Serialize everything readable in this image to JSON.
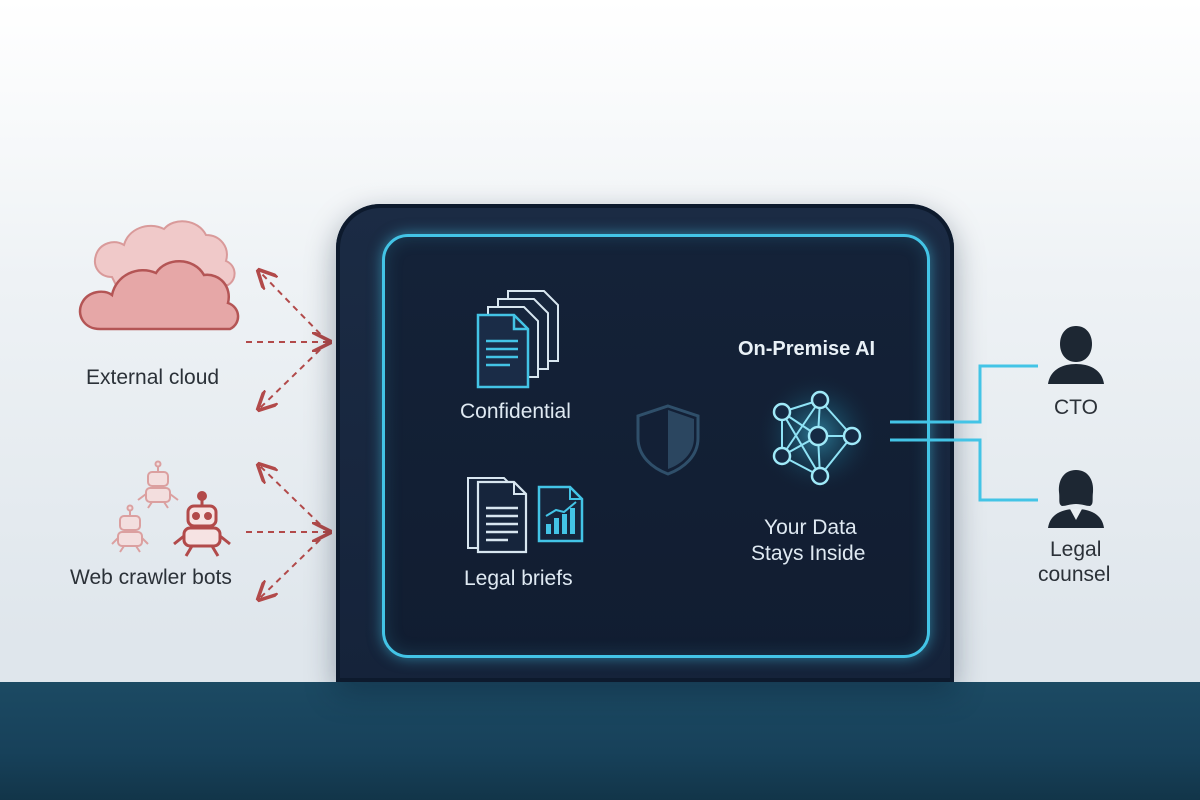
{
  "external": {
    "cloud_label": "External cloud",
    "bots_label": "Web crawler bots"
  },
  "vault": {
    "confidential_label": "Confidential",
    "legal_briefs_label": "Legal briefs",
    "ai_title": "On-Premise AI",
    "ai_caption_line1": "Your Data",
    "ai_caption_line2": "Stays Inside"
  },
  "users": {
    "cto_label": "CTO",
    "counsel_line1": "Legal",
    "counsel_line2": "counsel"
  },
  "colors": {
    "threat": "#b24a4a",
    "accent": "#43c4e6",
    "vault": "#16253c",
    "floor": "#17415a"
  },
  "icons": [
    "cloud-icon",
    "robot-icon",
    "document-stack-icon",
    "document-icon",
    "bar-chart-document-icon",
    "shield-icon",
    "neural-network-icon",
    "user-icon"
  ]
}
